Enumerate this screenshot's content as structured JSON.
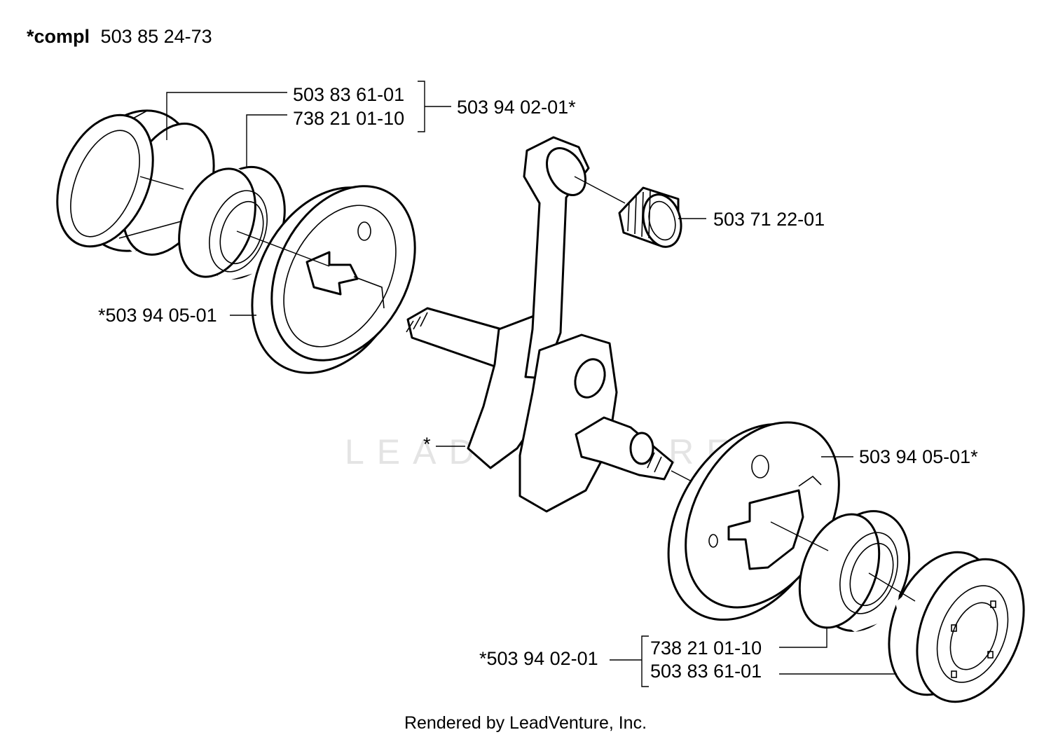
{
  "header": {
    "prefix": "*compl",
    "number": "503 85 24-73"
  },
  "callouts": {
    "seal_top": "503 83 61-01",
    "bearing_top": "738 21 01-10",
    "bearing_kit_top": "503 94 02-01*",
    "needle_bearing": "503 71 22-01",
    "flywheel_half_left": "*503 94 05-01",
    "crankshaft_star": "*",
    "flywheel_half_right": "503 94 05-01*",
    "bearing_kit_bottom": "*503 94 02-01",
    "bearing_bottom": "738 21 01-10",
    "seal_bottom": "503 83 61-01"
  },
  "watermark": "LEADVENTURE",
  "footer": "Rendered by LeadVenture, Inc."
}
